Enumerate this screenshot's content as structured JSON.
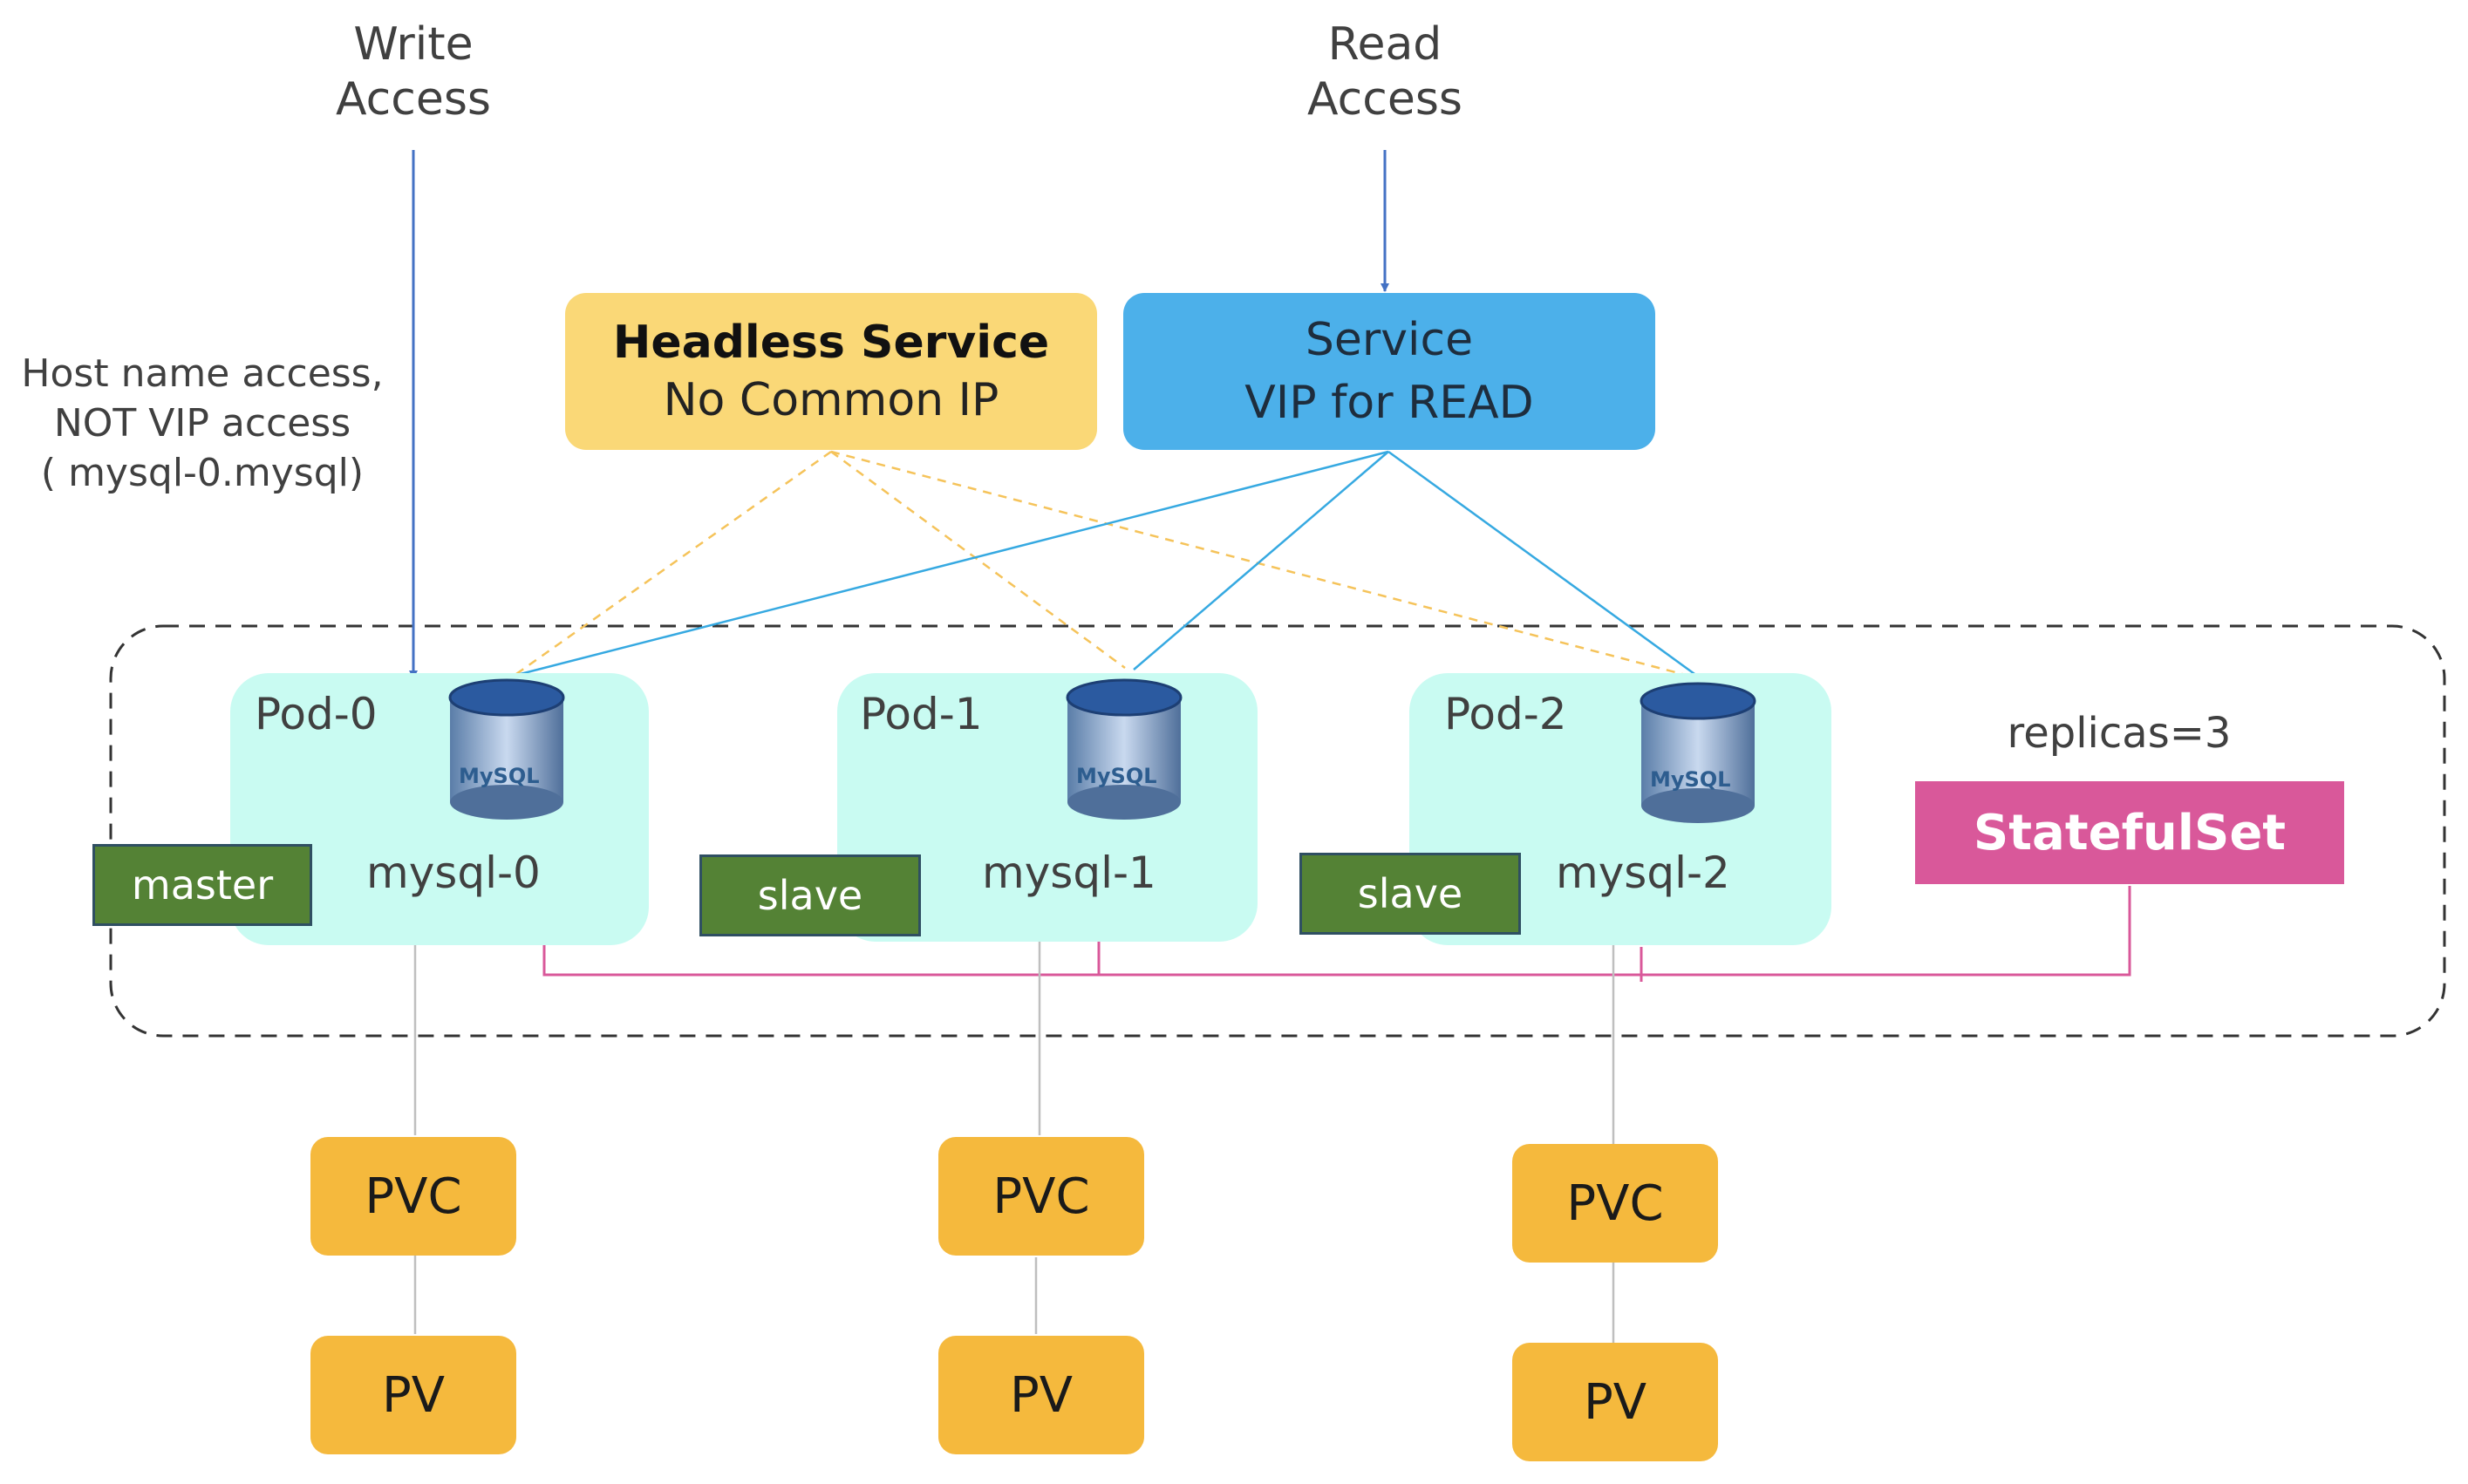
{
  "access": {
    "write": "Write\nAccess",
    "read": "Read\nAccess",
    "hostname_note": "Host name access,\nNOT VIP access\n( mysql-0.mysql)"
  },
  "headless_service": {
    "title": "Headless Service",
    "subtitle": "No Common IP"
  },
  "service": {
    "title": "Service",
    "subtitle": "VIP for READ"
  },
  "pods": [
    {
      "label": "Pod-0",
      "name": "mysql-0",
      "role": "master",
      "db_logo": "MySQL"
    },
    {
      "label": "Pod-1",
      "name": "mysql-1",
      "role": "slave",
      "db_logo": "MySQL"
    },
    {
      "label": "Pod-2",
      "name": "mysql-2",
      "role": "slave",
      "db_logo": "MySQL"
    }
  ],
  "statefulset": {
    "replicas": "replicas=3",
    "label": "StatefulSet"
  },
  "storage": [
    {
      "pvc": "PVC",
      "pv": "PV"
    },
    {
      "pvc": "PVC",
      "pv": "PV"
    },
    {
      "pvc": "PVC",
      "pv": "PV"
    }
  ],
  "colors": {
    "headless": "#fad877",
    "service": "#4cb0ea",
    "pod": "#c9fbf2",
    "role": "#548235",
    "statefulset": "#d9589a",
    "storage": "#f5b93d",
    "arrow": "#4472c4",
    "service_line": "#36a9e1",
    "headless_line": "#f5c35a",
    "sts_line": "#d9589a",
    "storage_line": "#bfbfbf"
  }
}
